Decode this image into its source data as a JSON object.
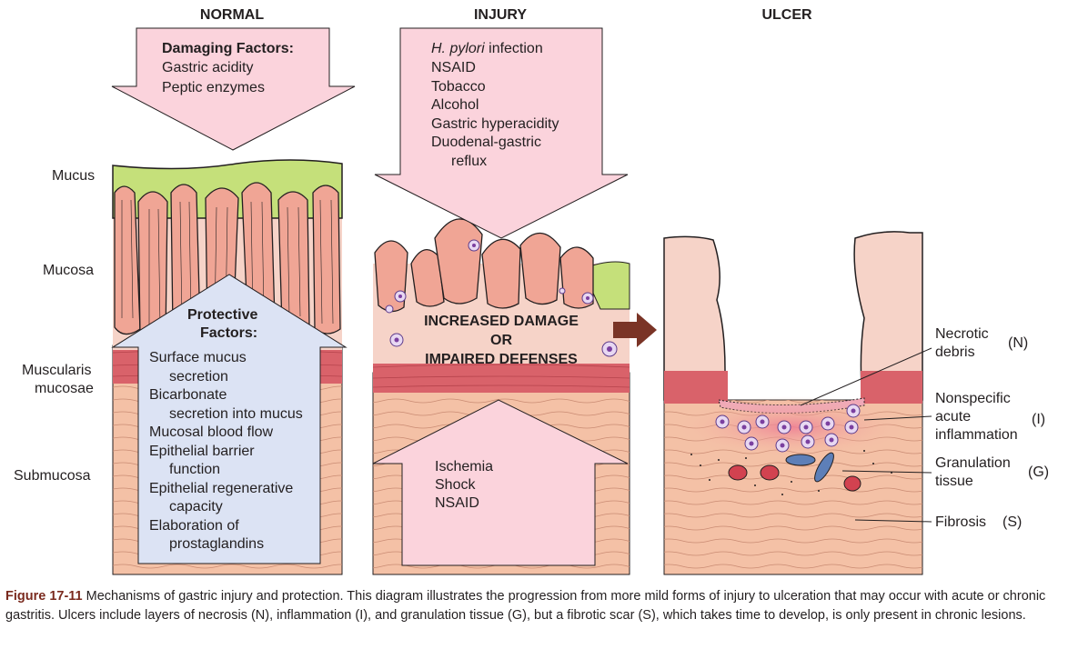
{
  "titles": {
    "normal": "NORMAL",
    "injury": "INJURY",
    "ulcer": "ULCER"
  },
  "layers": {
    "mucus": "Mucus",
    "mucosa": "Mucosa",
    "muscularis_1": "Muscularis",
    "muscularis_2": "mucosae",
    "submucosa": "Submucosa"
  },
  "damaging": {
    "title": "Damaging Factors:",
    "items": [
      "Gastric acidity",
      "Peptic enzymes"
    ]
  },
  "protective": {
    "title_1": "Protective",
    "title_2": "Factors:",
    "lines": [
      {
        "text": "Surface mucus",
        "indent": false
      },
      {
        "text": "secretion",
        "indent": true
      },
      {
        "text": "Bicarbonate",
        "indent": false
      },
      {
        "text": "secretion into mucus",
        "indent": true
      },
      {
        "text": "Mucosal blood flow",
        "indent": false
      },
      {
        "text": "Epithelial barrier",
        "indent": false
      },
      {
        "text": "function",
        "indent": true
      },
      {
        "text": "Epithelial regenerative",
        "indent": false
      },
      {
        "text": "capacity",
        "indent": true
      },
      {
        "text": "Elaboration of",
        "indent": false
      },
      {
        "text": "prostaglandins",
        "indent": true
      }
    ]
  },
  "injury_factors": {
    "italic_part": "H. pylori",
    "first_rest": " infection",
    "lines": [
      {
        "text": "NSAID",
        "indent": false
      },
      {
        "text": "Tobacco",
        "indent": false
      },
      {
        "text": "Alcohol",
        "indent": false
      },
      {
        "text": "Gastric hyperacidity",
        "indent": false
      },
      {
        "text": "Duodenal-gastric",
        "indent": false
      },
      {
        "text": "reflux",
        "indent": true
      }
    ]
  },
  "center_text": [
    "INCREASED DAMAGE",
    "OR",
    "IMPAIRED DEFENSES"
  ],
  "ischemia": [
    "Ischemia",
    "Shock",
    "NSAID"
  ],
  "ulcer_labels": {
    "necrotic_1": "Necrotic",
    "necrotic_2": "debris",
    "necrotic_code": "(N)",
    "inflam_1": "Nonspecific",
    "inflam_2": "acute",
    "inflam_3": "inflammation",
    "inflam_code": "(I)",
    "gran_1": "Granulation",
    "gran_2": "tissue",
    "gran_code": "(G)",
    "fibrosis": "Fibrosis",
    "fibrosis_code": "(S)"
  },
  "caption": {
    "figure": "Figure 17-11",
    "text": " Mechanisms of gastric injury and protection. This diagram illustrates the progression from more mild forms of injury to ulceration that may occur with acute or chronic gastritis. Ulcers include layers of necrosis (N), inflammation (I), and granulation tissue (G), but a fibrotic scar (S), which takes time to develop, is only present in chronic lesions."
  },
  "colors": {
    "mucus": "#c5e07a",
    "mucosa": "#f6d3c8",
    "gland": "#f0a595",
    "muscularis": "#d9626a",
    "submucosa": "#f4c1a6",
    "pink_arrow": "#fbd3dc",
    "blue_arrow": "#dce3f4",
    "dark_arrow": "#7a3426"
  }
}
